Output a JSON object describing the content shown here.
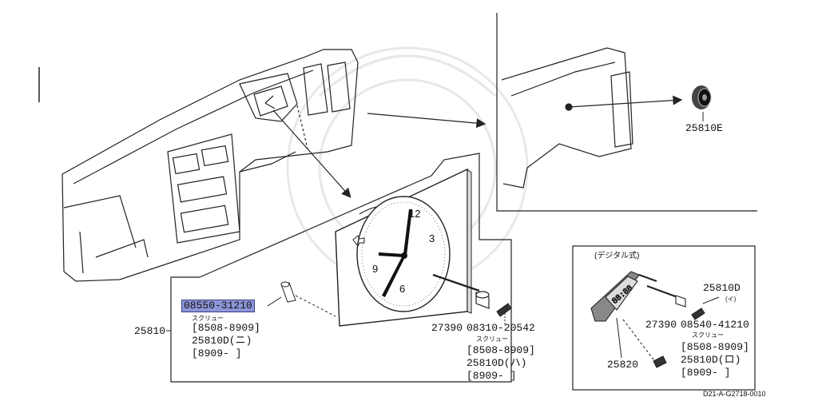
{
  "diagram": {
    "id_code": "D21-A-G2718-0010",
    "digital_label": "(デジタル式)",
    "parts": {
      "p25810E": "25810E",
      "p25810": "25810",
      "p27390_main": "27390",
      "p27390_sub": "27390",
      "p25820": "25820",
      "p25810D_sub": "25810D",
      "p25810D_sub_note": "(イ)"
    },
    "screw_left": {
      "number": "08550-31210",
      "kana": "スクリュー",
      "range": "[8508-8909]",
      "alt_part": "25810D(ニ)",
      "alt_range": "[8909-      ]"
    },
    "screw_mid": {
      "number": "08310-20542",
      "kana": "スクリュー",
      "range": "[8508-8909]",
      "alt_part": "25810D(ハ)",
      "alt_range": "[8909-      ]"
    },
    "screw_right": {
      "number": "08540-41210",
      "kana": "スクリュー",
      "range": "[8508-8909]",
      "alt_part": "25810D(ロ)",
      "alt_range": "[8909-      ]"
    },
    "clock_numbers": [
      "12",
      "3",
      "6",
      "9"
    ]
  }
}
